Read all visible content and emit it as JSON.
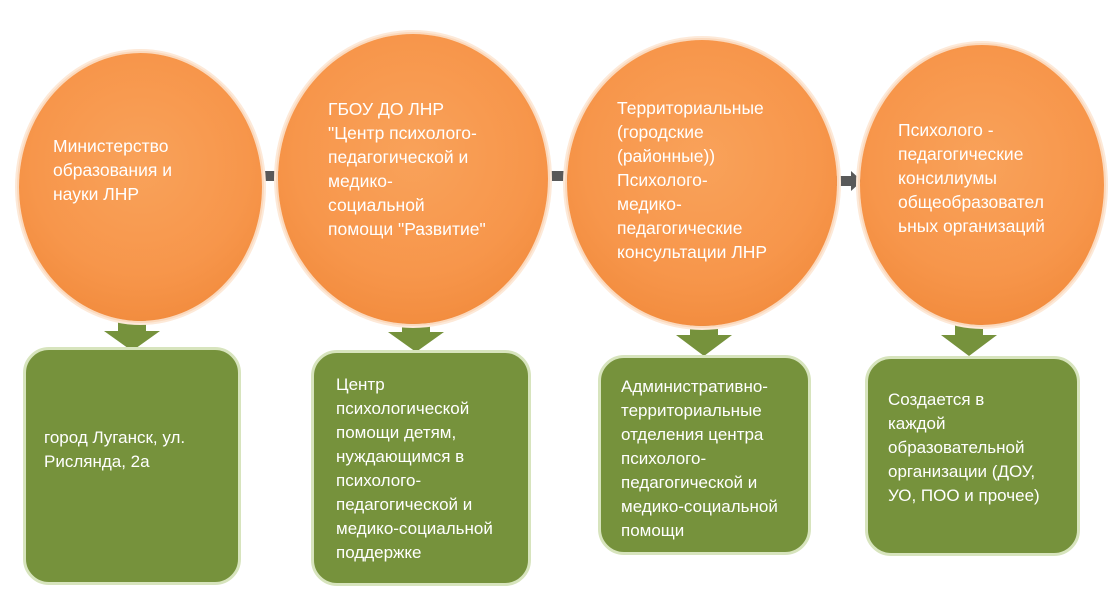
{
  "colors": {
    "circle_fill": "#f7964b",
    "box_fill": "#76923c",
    "box_border": "#d7e4bd",
    "arrow_gray": "#595959",
    "arrow_green": "#76923c"
  },
  "stages": [
    {
      "circle_lines": [
        "Министерство",
        "образования и",
        "науки ЛНР"
      ],
      "box_lines": [
        "город Луганск, ул.",
        "Рислянда, 2а"
      ]
    },
    {
      "circle_lines": [
        "ГБОУ ДО ЛНР",
        "\"Центр психолого-",
        "педагогической и",
        "медико-",
        "социальной",
        "помощи \"Развитие\""
      ],
      "box_lines": [
        "Центр",
        "психологической",
        "помощи детям,",
        "нуждающимся в",
        "психолого-",
        "педагогической и",
        "медико-социальной",
        "поддержке"
      ]
    },
    {
      "circle_lines": [
        "Территориальные",
        "(городские",
        "(районные))",
        "Психолого-",
        "медико-",
        "педагогические",
        "консультации ЛНР"
      ],
      "box_lines": [
        "Административно-",
        "территориальные",
        "отделения центра",
        "психолого-",
        "педагогической и",
        "медико-социальной",
        "помощи"
      ]
    },
    {
      "circle_lines": [
        "Психолого -",
        "педагогические",
        "консилиумы",
        "общеобразовател",
        "ьных организаций"
      ],
      "box_lines": [
        "Создается в",
        "каждой",
        "образовательной",
        "организации (ДОУ,",
        "УО, ПОО и прочее)"
      ]
    }
  ]
}
